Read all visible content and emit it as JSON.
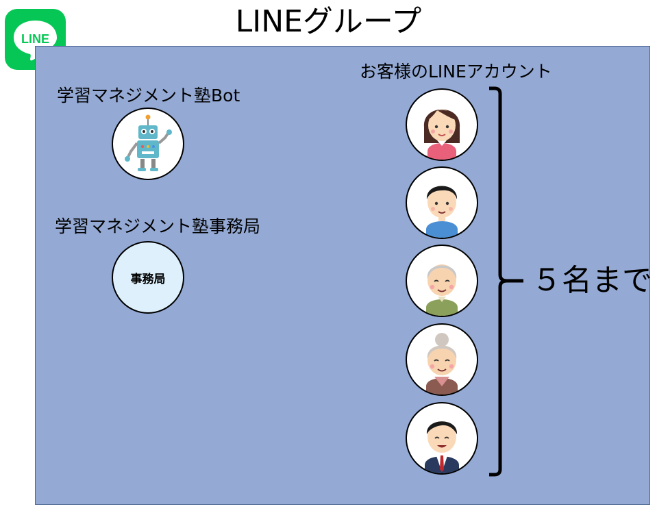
{
  "title": "LINEグループ",
  "logo_text": "LINE",
  "bot_label": "学習マネジメント塾Bot",
  "office_label": "学習マネジメント塾事務局",
  "office_icon_text": "事務局",
  "customers_label": "お客様のLINEアカウント",
  "count_label": "５名まで",
  "colors": {
    "line_green": "#06C755",
    "panel": "#94AAD5",
    "office_bg": "#DDF0FB"
  },
  "customers": [
    {
      "icon": "woman-avatar-icon"
    },
    {
      "icon": "man-avatar-icon"
    },
    {
      "icon": "elderly-man-avatar-icon"
    },
    {
      "icon": "elderly-woman-avatar-icon"
    },
    {
      "icon": "businessman-avatar-icon"
    }
  ]
}
